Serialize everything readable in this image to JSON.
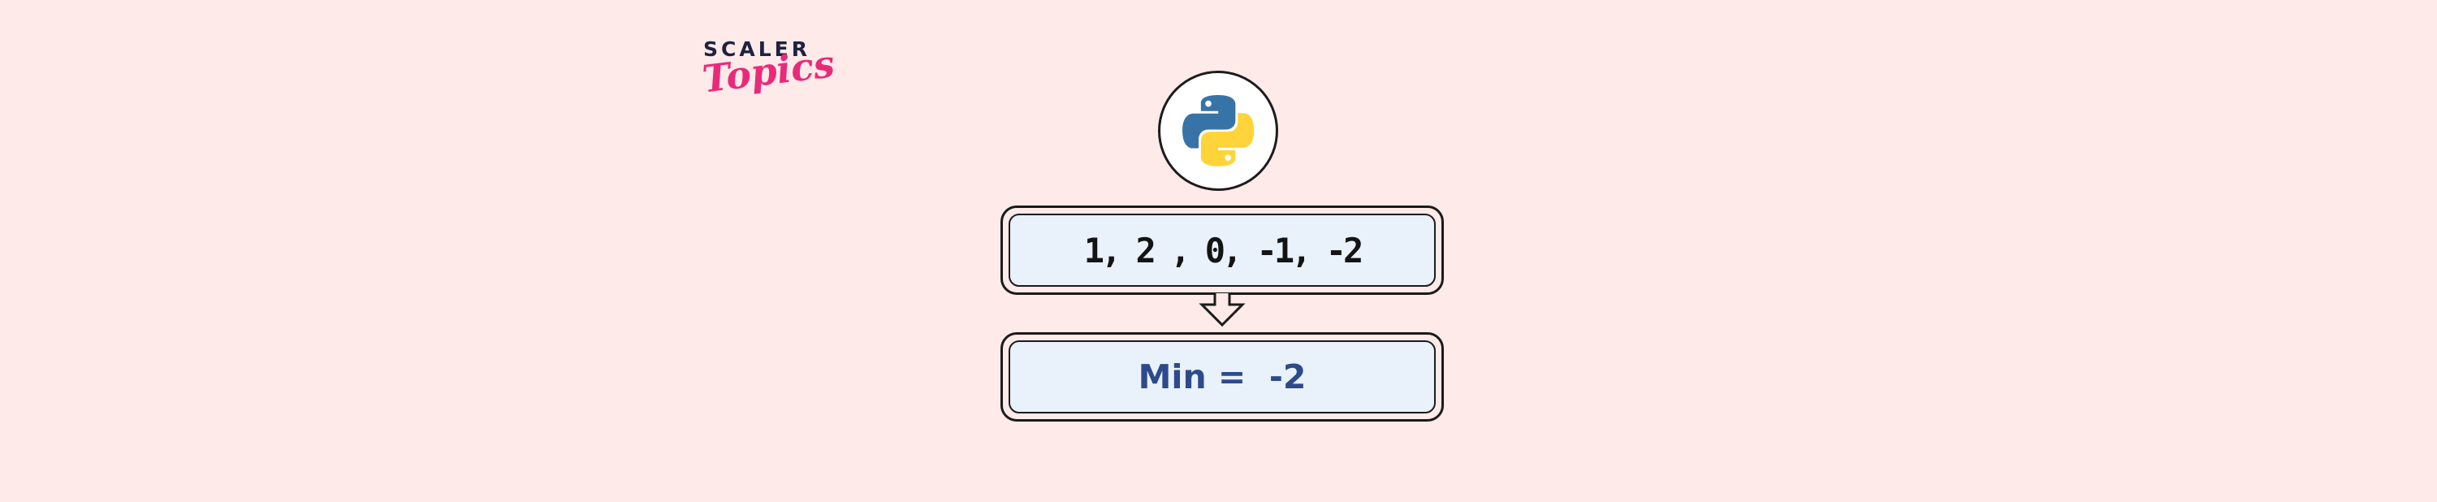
{
  "page": {
    "background_color": "#fdeae9",
    "title": "Minimum of list illustration"
  },
  "logo": {
    "brand": "SCALER",
    "product": "Topics",
    "brand_color": "#1f2140",
    "product_color": "#e92a7a"
  },
  "python_badge": {
    "icon": "python-logo-icon",
    "snake_blue": "#3873a8",
    "snake_yellow": "#ffd43b",
    "circle_fill": "#ffffff",
    "circle_border": "#1c1c1c"
  },
  "diagram": {
    "input_box": {
      "value": "1, 2 , 0, -1, -2",
      "fill_color": "#e9f1fb",
      "border_color": "#1b1b1b",
      "text_color": "#141414"
    },
    "arrow": {
      "icon": "down-arrow-icon",
      "direction": "down"
    },
    "output_box": {
      "value": "Min =  -2",
      "fill_color": "#e9f1fb",
      "border_color": "#1b1b1b",
      "text_color": "#2d4a8b"
    }
  }
}
